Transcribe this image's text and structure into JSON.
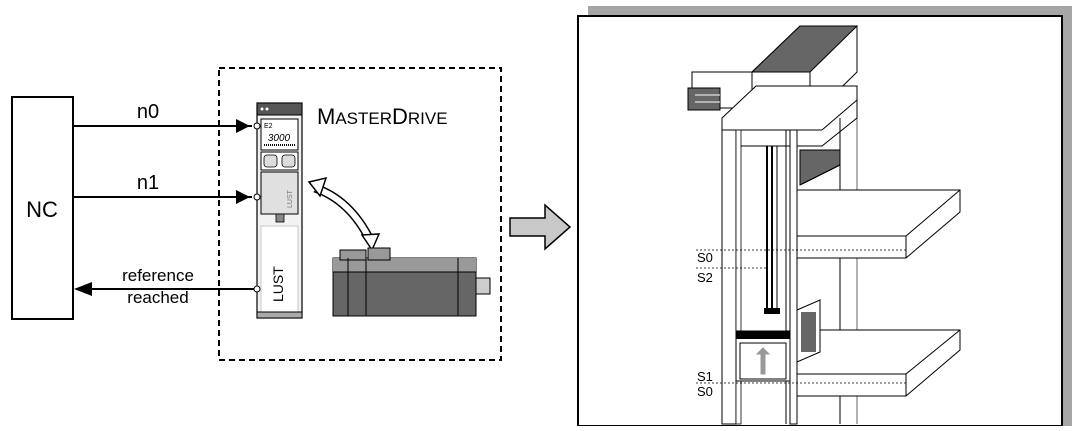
{
  "left": {
    "nc_label": "NC",
    "signal_n0": "n0",
    "signal_n1": "n1",
    "feedback_line1": "reference",
    "feedback_line2": "reached",
    "drive_name_prefix": "M",
    "drive_name_part1": "ASTER",
    "drive_name_prefix2": "D",
    "drive_name_part2": "RIVE",
    "device_brand": "LUST",
    "display_value": "3000",
    "display_small": "E2"
  },
  "right": {
    "positions": {
      "s0_top": "S0",
      "s2": "S2",
      "s1": "S1",
      "s0_bottom": "S0"
    }
  },
  "colors": {
    "line": "#000000",
    "shadow": "#a6a6a6",
    "device_body": "#e6e6e6",
    "motor_dark": "#333333",
    "arrow_fill": "#c8c8c8"
  }
}
